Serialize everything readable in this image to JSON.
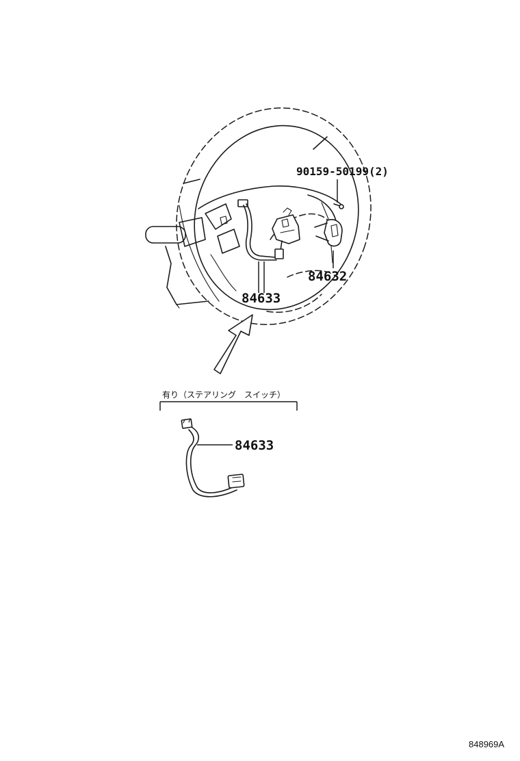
{
  "parts": {
    "screw": "90159-50199(2)",
    "switch": "84632",
    "wire_upper": "84633",
    "wire_lower": "84633"
  },
  "caption": "有り（ステアリング　スイッチ）",
  "diagram_id": "848969A"
}
